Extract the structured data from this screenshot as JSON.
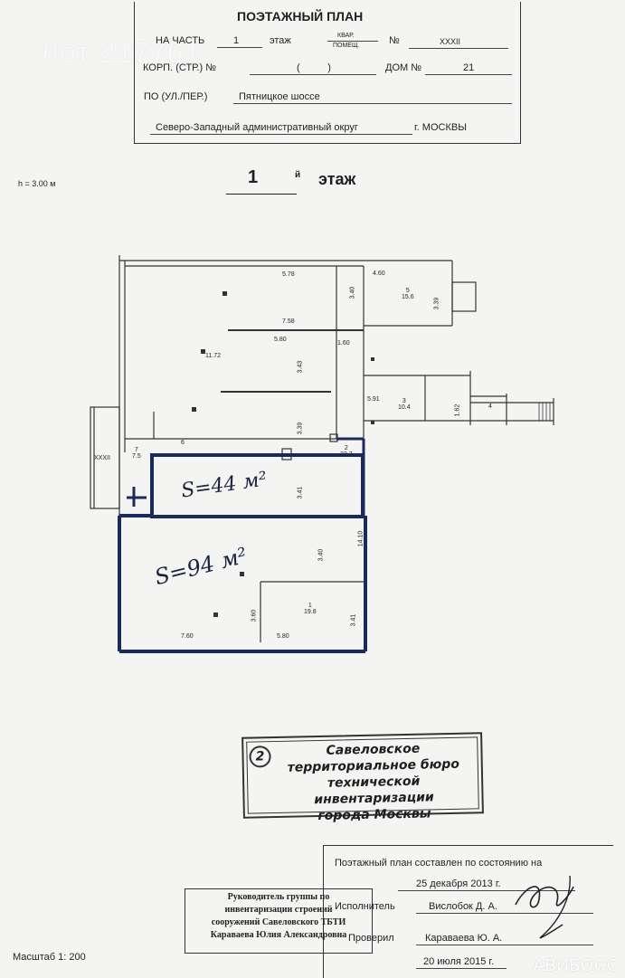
{
  "watermark": "Лот 217761",
  "brand": "АВИБОСС",
  "header": {
    "title": "ПОЭТАЖНЫЙ ПЛАН",
    "chast_label": "НА ЧАСТЬ",
    "chast_value": "1",
    "etazh_label": "этаж",
    "kvar_label": "КВАР.",
    "pomesh_label": "ПОМЕЩ.",
    "no_label": "№",
    "no_value": "XXXII",
    "korp_label": "КОРП. (СТР.) №",
    "korp_value": "(          )",
    "dom_label": "ДОМ №",
    "dom_value": "21",
    "street_label": "ПО (УЛ./ПЕР.)",
    "street_value": "Пятницкое шоссе",
    "okrug_value": "Северо-Западный административный округ",
    "city_value": "г. МОСКВЫ"
  },
  "floor": {
    "height_label": "h = 3.00 м",
    "number": "1",
    "suffix": "й",
    "word": "этаж"
  },
  "plan": {
    "dims": [
      "5.78",
      "4.60",
      "3.40",
      "3.39",
      "7.58",
      "5.80",
      "1.60",
      "11.72",
      "3.43",
      "5.91",
      "1.62",
      "3.39",
      "3.41",
      "3.40",
      "14.10",
      "3.60",
      "3.41",
      "7.60",
      "5.80"
    ],
    "rooms": [
      {
        "num": "5",
        "area": "15.6"
      },
      {
        "num": "3",
        "area": "10.4"
      },
      {
        "num": "4",
        "area": ""
      },
      {
        "num": "7",
        "area": "7.5"
      },
      {
        "num": "6",
        "area": ""
      },
      {
        "num": "2",
        "area": "22.7"
      },
      {
        "num": "1",
        "area": "19.8"
      }
    ],
    "xxxii": "XXXII",
    "area_44": "S=44 м²",
    "area_94": "S=94 м²"
  },
  "stamp": {
    "number": "2",
    "lines": [
      "Савеловское",
      "территориальное бюро",
      "технической инвентаризации",
      "города Москвы"
    ]
  },
  "sign_left": {
    "lines": [
      "Руководитель группы по",
      "инвентаризации строений",
      "сооружений Савеловского ТБТИ",
      "Караваева Юлия Александровна"
    ]
  },
  "sign_right": {
    "state_line": "Поэтажный план составлен по состоянию на",
    "date1": "25 декабря 2013 г.",
    "executor_label": "Исполнитель",
    "executor_name": "Вислобок Д. А.",
    "checker_label": "Проверил",
    "checker_name": "Караваева Ю. А.",
    "date2": "20 июля 2015 г."
  },
  "scale": "Масштаб 1: 200",
  "colors": {
    "ink": "#1f1f1f",
    "highlight": "#1b2a5c",
    "paper": "#f4f5f2"
  }
}
